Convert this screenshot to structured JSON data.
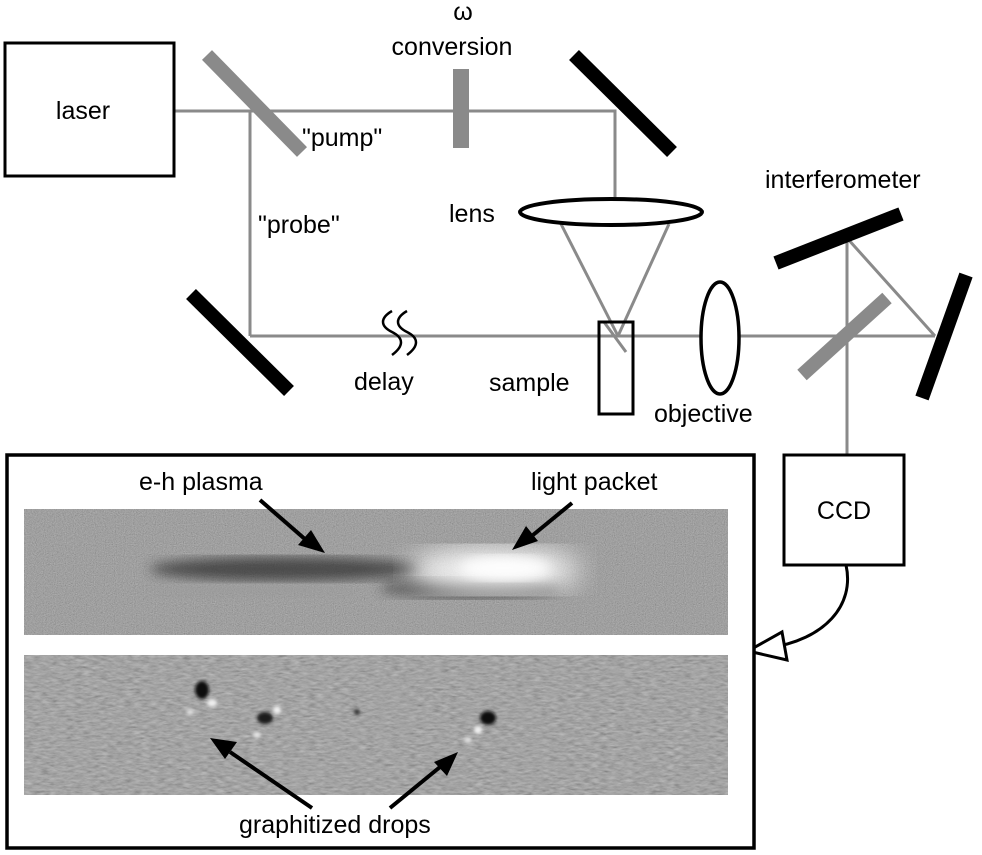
{
  "labels": {
    "laser": "laser",
    "omega": "ω",
    "conversion": "conversion",
    "pump": "\"pump\"",
    "probe": "\"probe\"",
    "lens": "lens",
    "interferometer": "interferometer",
    "delay": "delay",
    "sample": "sample",
    "objective": "objective",
    "ccd": "CCD",
    "eh_plasma": "e-h plasma",
    "light_packet": "light packet",
    "graphitized_drops": "graphitized drops"
  },
  "colors": {
    "beam": "#8a8a8a",
    "mirror": "#000000",
    "beamsplitter": "#8a8a8a",
    "frame": "#000000",
    "image_background": "#7f7f7f"
  }
}
